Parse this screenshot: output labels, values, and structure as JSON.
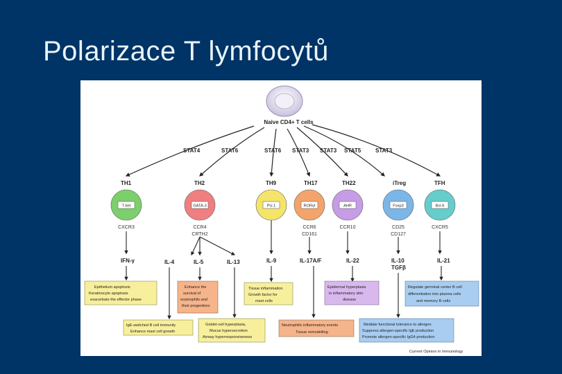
{
  "slide": {
    "title": "Polarizace T lymfocytů"
  },
  "diagram": {
    "root": "Naive CD4+ T cells",
    "stats": [
      "STAT4",
      "STAT6",
      "STAT6",
      "STAT3",
      "STAT3",
      "STAT5",
      "STAT3"
    ],
    "cells": [
      {
        "name": "TH1",
        "tf": "T-bet",
        "markers": [
          "CXCR3"
        ],
        "color": "#7ccf6a"
      },
      {
        "name": "TH2",
        "tf": "GATA-3",
        "markers": [
          "CCR4",
          "CRTH2"
        ],
        "color": "#f07f7f"
      },
      {
        "name": "TH9",
        "tf": "PU.1",
        "markers": [],
        "color": "#f5e46a"
      },
      {
        "name": "TH17",
        "tf": "RORγt",
        "markers": [
          "CCR6",
          "CD161"
        ],
        "color": "#f4a46a"
      },
      {
        "name": "TH22",
        "tf": "AHR",
        "markers": [
          "CCR10"
        ],
        "color": "#c79ce6"
      },
      {
        "name": "iTreg",
        "tf": "Foxp3",
        "markers": [
          "CD25",
          "CD127"
        ],
        "color": "#7bb6e8"
      },
      {
        "name": "TFH",
        "tf": "Bcl-6",
        "markers": [
          "CXCR5"
        ],
        "color": "#66cccc"
      }
    ],
    "cytokines": [
      "IFN-γ",
      "IL-4",
      "IL-5",
      "IL-13",
      "IL-9",
      "IL-17A/F",
      "IL-22",
      "IL-10",
      "TGFβ",
      "IL-21"
    ],
    "effects": {
      "th1": [
        "Epithelium apoptosis",
        "Keratinocyte apoptosis",
        "exacerbate the effector phase"
      ],
      "il5": [
        "Enhance the",
        "survival of",
        "eosinophils and",
        "their progenitors"
      ],
      "th9": [
        "Tissue inflammation",
        "Growth factor for",
        "mast cells"
      ],
      "th22": [
        "Epidermal hyperplasia",
        "in inflammatory skin",
        "disease"
      ],
      "tfh": [
        "Regulate germinal center B cell",
        "differentiation into plasma cells",
        "and memory B cells"
      ],
      "il4": [
        "IgE-switched B cell immunity",
        "Enhance mast cell growth"
      ],
      "il13": [
        "Goblet-cell hyperplasia,",
        "Mucus hypersecretion",
        "Airway hyperresponsiveness"
      ],
      "th17": [
        "Neutrophilic inflammatory events",
        "Tissue remodelling"
      ],
      "treg": [
        "Mediate functional tolerance to allergen",
        "Suppress allergen-specific IgE production",
        "Promote allergen-specific IgG4 production"
      ]
    },
    "source": "Current Opinion in Immunology"
  }
}
